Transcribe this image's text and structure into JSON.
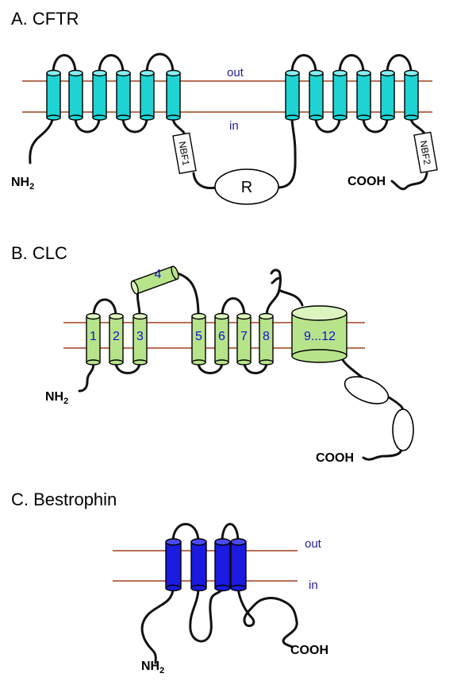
{
  "panels": {
    "a": {
      "label": "A.   CFTR",
      "out_label": "out",
      "in_label": "in",
      "nh2": "NH",
      "nh2_sub": "2",
      "cooh": "COOH",
      "nbf1": "NBF1",
      "nbf2": "NBF2",
      "r_domain": "R"
    },
    "b": {
      "label": "B.   CLC",
      "nh2": "NH",
      "nh2_sub": "2",
      "cooh": "COOH",
      "segments": [
        "1",
        "2",
        "3",
        "4",
        "5",
        "6",
        "7",
        "8",
        "9...12"
      ]
    },
    "c": {
      "label": "C.   Bestrophin",
      "out_label": "out",
      "in_label": "in",
      "nh2": "NH",
      "nh2_sub": "2",
      "cooh": "COOH"
    }
  },
  "colors": {
    "cftr_helix": "#1fd3d3",
    "clc_helix": "#b7e48b",
    "bestrophin_helix": "#1a1ae0",
    "membrane": "#a0411f",
    "segment_numbers": "#1010d0"
  }
}
